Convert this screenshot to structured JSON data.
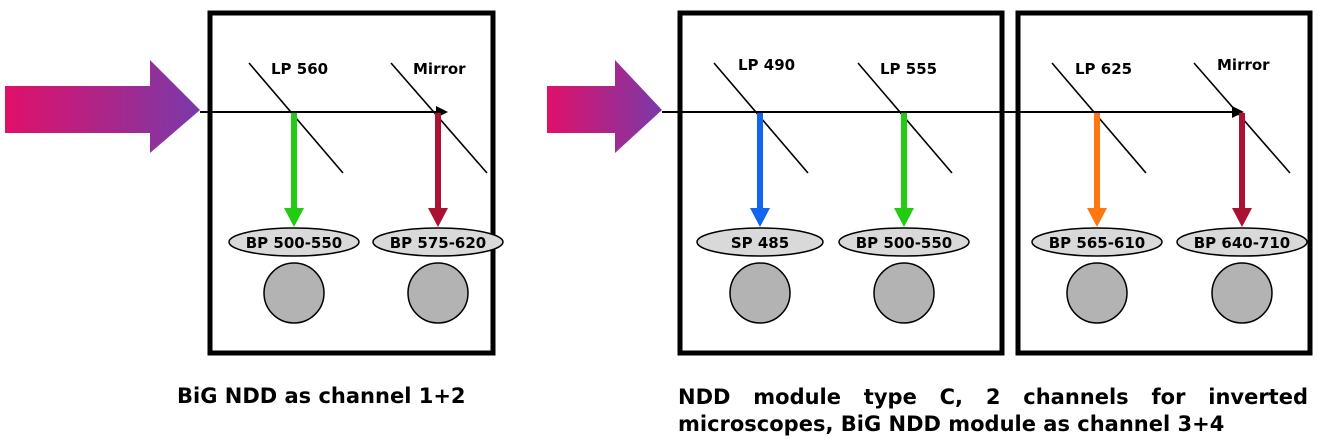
{
  "panels": [
    {
      "name": "big-ndd",
      "dichroics": [
        "LP 560",
        "Mirror"
      ],
      "filters": [
        "BP 500-550",
        "BP 575-620"
      ],
      "arrow_colors": [
        "#22cc11",
        "#aa1133"
      ],
      "caption": "BiG NDD as channel 1+2"
    },
    {
      "name": "ndd-module-c",
      "dichroics": [
        "LP 490",
        "LP 555",
        "LP 625",
        "Mirror"
      ],
      "filters": [
        "SP 485",
        "BP 500-550",
        "BP 565-610",
        "BP 640-710"
      ],
      "arrow_colors": [
        "#1166ee",
        "#22cc11",
        "#ff7711",
        "#aa1133"
      ],
      "caption_line1": "NDD module type C, 2 channels for inverted",
      "caption_line2": "microscopes, BiG NDD module as channel 3+4"
    }
  ],
  "colors": {
    "input_arrow_start": "#e0106a",
    "input_arrow_end": "#7a3aa8",
    "filter_fill": "#d9d9d9",
    "detector_fill": "#b3b3b3"
  }
}
